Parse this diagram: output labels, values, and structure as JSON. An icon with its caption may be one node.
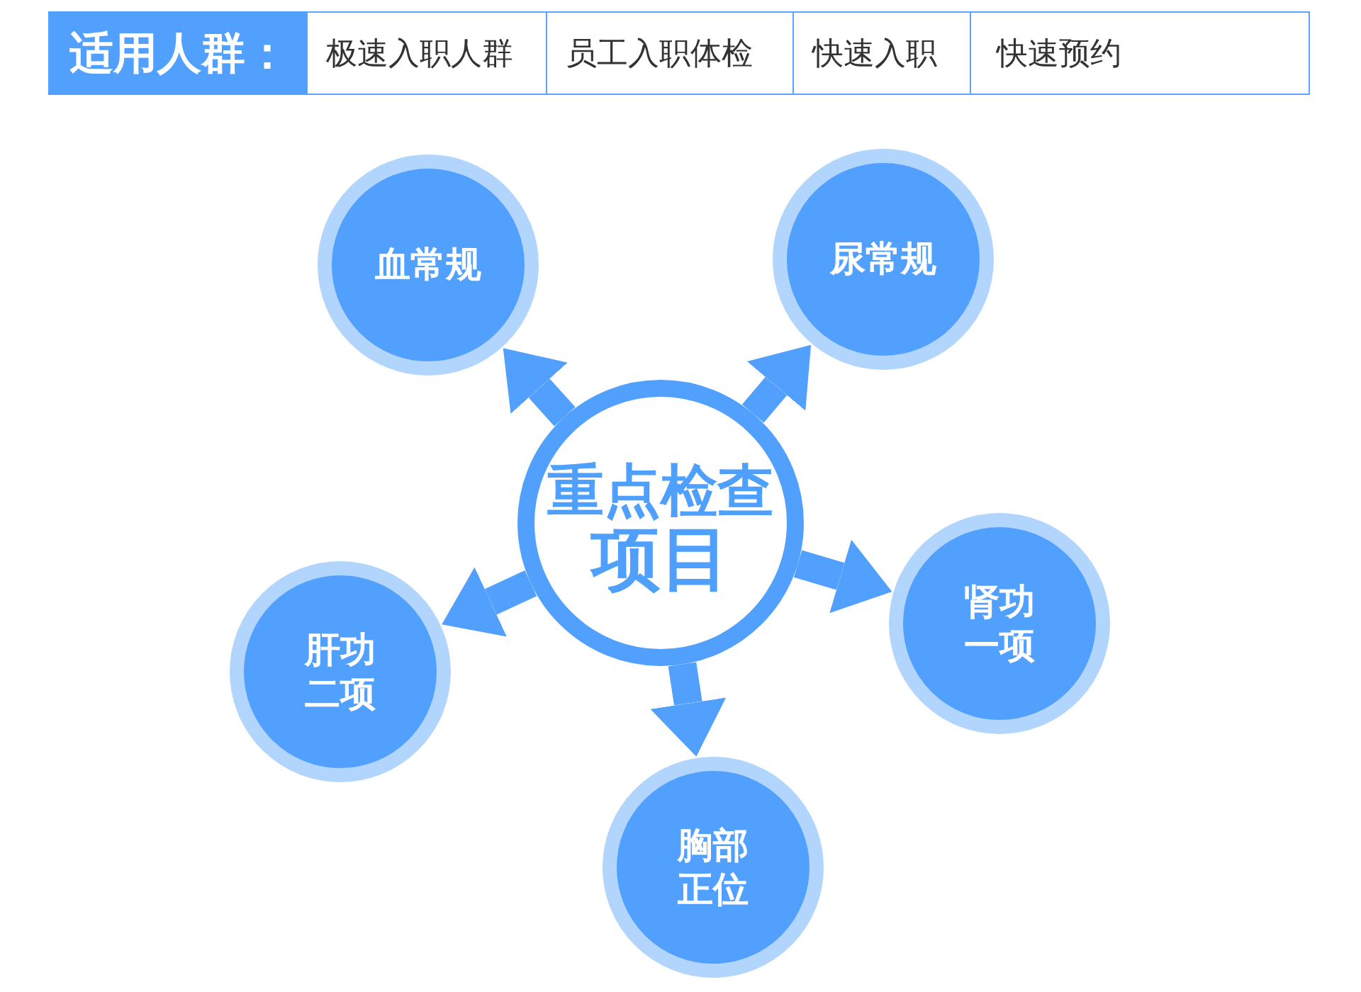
{
  "diagram": {
    "nodes": [
      {
        "text": [
          "重点检查项目"
        ]
      },
      {
        "text": [
          "血常规"
        ]
      },
      {
        "text": [
          "尿常规"
        ]
      },
      {
        "text": [
          "肾功一项"
        ]
      },
      {
        "text": [
          "肝功二项"
        ]
      },
      {
        "text": [
          "胸部正位"
        ]
      }
    ],
    "edges": [
      {
        "from": 0,
        "to": 1,
        "arrow": "to"
      },
      {
        "from": 0,
        "to": 2,
        "arrow": "to"
      },
      {
        "from": 0,
        "to": 3,
        "arrow": "to"
      },
      {
        "from": 0,
        "to": 4,
        "arrow": "to"
      },
      {
        "from": 0,
        "to": 5,
        "arrow": "to"
      }
    ],
    "labels": [
      "适用人群：",
      "极速入职人群",
      "员工入职体检",
      "快速入职",
      "快速预约"
    ]
  }
}
